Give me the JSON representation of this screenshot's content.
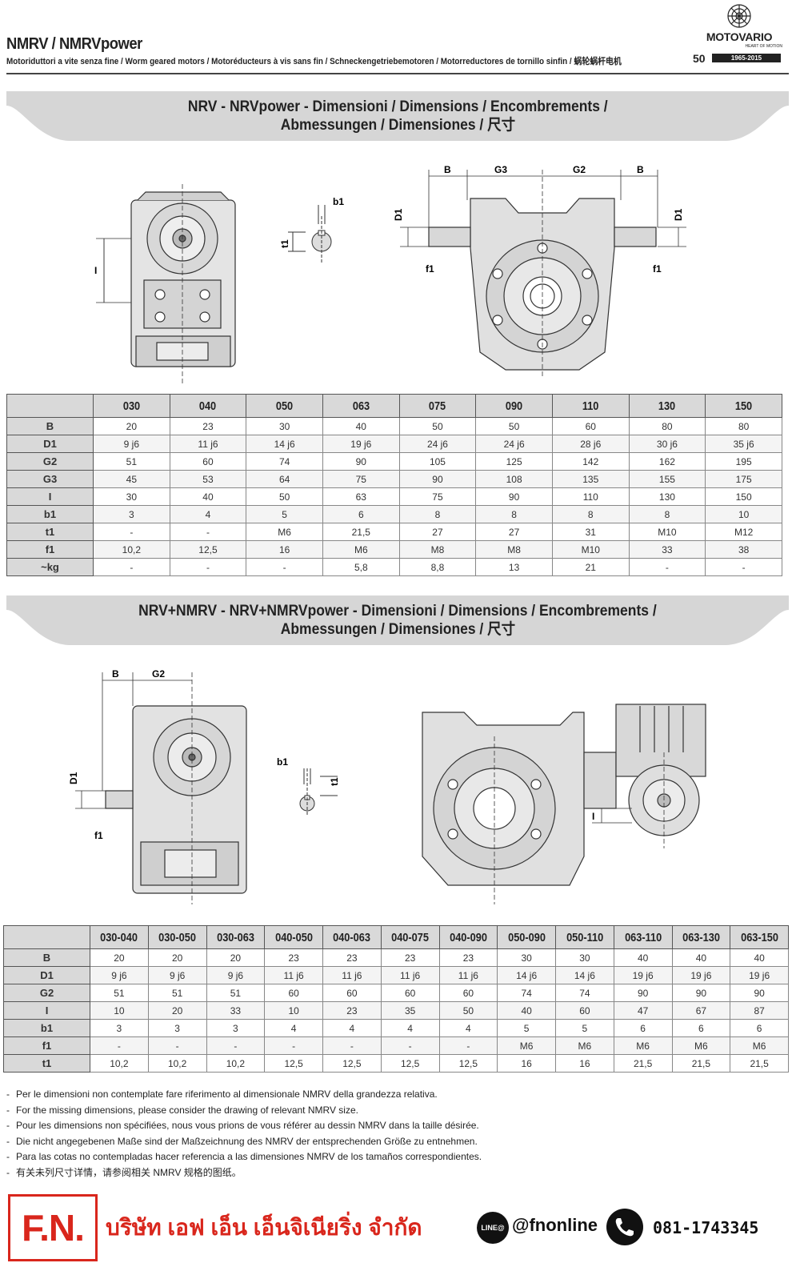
{
  "header": {
    "title": "NMRV / NMRVpower",
    "subtitle": "Motoriduttori a vite senza fine / Worm geared motors / Motoréducteurs à vis sans fin / Schneckengetriebemotoren / Motorreductores de tornillo sinfin / 蜗轮蜗杆电机",
    "brand_name": "MOTOVARIO",
    "brand_tagline": "HEART OF MOTION",
    "brand_fifty": "50",
    "brand_years": "1965-2015"
  },
  "section1": {
    "title_line1": "NRV - NRVpower - Dimensioni / Dimensions / Encombrements /",
    "title_line2": "Abmessungen / Dimensiones / 尺寸",
    "drawing_labels": {
      "B_left": "B",
      "G3": "G3",
      "G2": "G2",
      "B_right": "B",
      "D1_left": "D1",
      "D1_right": "D1",
      "f1_left": "f1",
      "f1_right": "f1",
      "b1": "b1",
      "t1": "t1",
      "I": "I"
    },
    "table": {
      "columns": [
        "030",
        "040",
        "050",
        "063",
        "075",
        "090",
        "110",
        "130",
        "150"
      ],
      "rows": [
        {
          "label": "B",
          "values": [
            "20",
            "23",
            "30",
            "40",
            "50",
            "50",
            "60",
            "80",
            "80"
          ]
        },
        {
          "label": "D1",
          "values": [
            "9 j6",
            "11 j6",
            "14 j6",
            "19 j6",
            "24 j6",
            "24 j6",
            "28 j6",
            "30 j6",
            "35 j6"
          ]
        },
        {
          "label": "G2",
          "values": [
            "51",
            "60",
            "74",
            "90",
            "105",
            "125",
            "142",
            "162",
            "195"
          ]
        },
        {
          "label": "G3",
          "values": [
            "45",
            "53",
            "64",
            "75",
            "90",
            "108",
            "135",
            "155",
            "175"
          ]
        },
        {
          "label": "I",
          "values": [
            "30",
            "40",
            "50",
            "63",
            "75",
            "90",
            "110",
            "130",
            "150"
          ]
        },
        {
          "label": "b1",
          "values": [
            "3",
            "4",
            "5",
            "6",
            "8",
            "8",
            "8",
            "8",
            "10"
          ]
        },
        {
          "label": "t1",
          "values": [
            "-",
            "-",
            "M6",
            "21,5",
            "27",
            "27",
            "31",
            "M10",
            "M12"
          ]
        },
        {
          "label": "f1",
          "values": [
            "10,2",
            "12,5",
            "16",
            "M6",
            "M8",
            "M8",
            "M10",
            "33",
            "38"
          ]
        },
        {
          "label": "~kg",
          "values": [
            "-",
            "-",
            "-",
            "5,8",
            "8,8",
            "13",
            "21",
            "-",
            "-"
          ]
        }
      ]
    }
  },
  "section2": {
    "title_line1": "NRV+NMRV - NRV+NMRVpower - Dimensioni / Dimensions / Encombrements /",
    "title_line2": "Abmessungen / Dimensiones / 尺寸",
    "drawing_labels": {
      "B": "B",
      "G2": "G2",
      "D1": "D1",
      "f1": "f1",
      "b1": "b1",
      "t1": "t1",
      "I": "I"
    },
    "table": {
      "columns": [
        "030-040",
        "030-050",
        "030-063",
        "040-050",
        "040-063",
        "040-075",
        "040-090",
        "050-090",
        "050-110",
        "063-110",
        "063-130",
        "063-150"
      ],
      "rows": [
        {
          "label": "B",
          "values": [
            "20",
            "20",
            "20",
            "23",
            "23",
            "23",
            "23",
            "30",
            "30",
            "40",
            "40",
            "40"
          ]
        },
        {
          "label": "D1",
          "values": [
            "9 j6",
            "9 j6",
            "9 j6",
            "11 j6",
            "11 j6",
            "11 j6",
            "11 j6",
            "14 j6",
            "14 j6",
            "19 j6",
            "19 j6",
            "19 j6"
          ]
        },
        {
          "label": "G2",
          "values": [
            "51",
            "51",
            "51",
            "60",
            "60",
            "60",
            "60",
            "74",
            "74",
            "90",
            "90",
            "90"
          ]
        },
        {
          "label": "I",
          "values": [
            "10",
            "20",
            "33",
            "10",
            "23",
            "35",
            "50",
            "40",
            "60",
            "47",
            "67",
            "87"
          ]
        },
        {
          "label": "b1",
          "values": [
            "3",
            "3",
            "3",
            "4",
            "4",
            "4",
            "4",
            "5",
            "5",
            "6",
            "6",
            "6"
          ]
        },
        {
          "label": "f1",
          "values": [
            "-",
            "-",
            "-",
            "-",
            "-",
            "-",
            "-",
            "M6",
            "M6",
            "M6",
            "M6",
            "M6"
          ]
        },
        {
          "label": "t1",
          "values": [
            "10,2",
            "10,2",
            "10,2",
            "12,5",
            "12,5",
            "12,5",
            "12,5",
            "16",
            "16",
            "21,5",
            "21,5",
            "21,5"
          ]
        }
      ]
    }
  },
  "notes": [
    "Per le dimensioni non contemplate fare riferimento al dimensionale NMRV della grandezza relativa.",
    "For the missing dimensions, please consider the drawing of relevant NMRV size.",
    "Pour les dimensions non spécifiées, nous vous prions de vous référer au dessin NMRV dans la taille désirée.",
    "Die nicht angegebenen Maße sind der Maßzeichnung des NMRV der entsprechenden Größe zu entnehmen.",
    "Para las cotas no contempladas hacer referencia a las dimensiones NMRV de los tamaños correspondientes.",
    "有关未列尺寸详情，请参阅相关 NMRV 规格的图纸。"
  ],
  "footer": {
    "logo_text": "F.N.",
    "company": "บริษัท เอฟ เอ็น เอ็นจิเนียริ่ง จำกัด",
    "line_icon_label": "LINE@",
    "line_id": "@fnonline",
    "phone": "081-1743345"
  }
}
